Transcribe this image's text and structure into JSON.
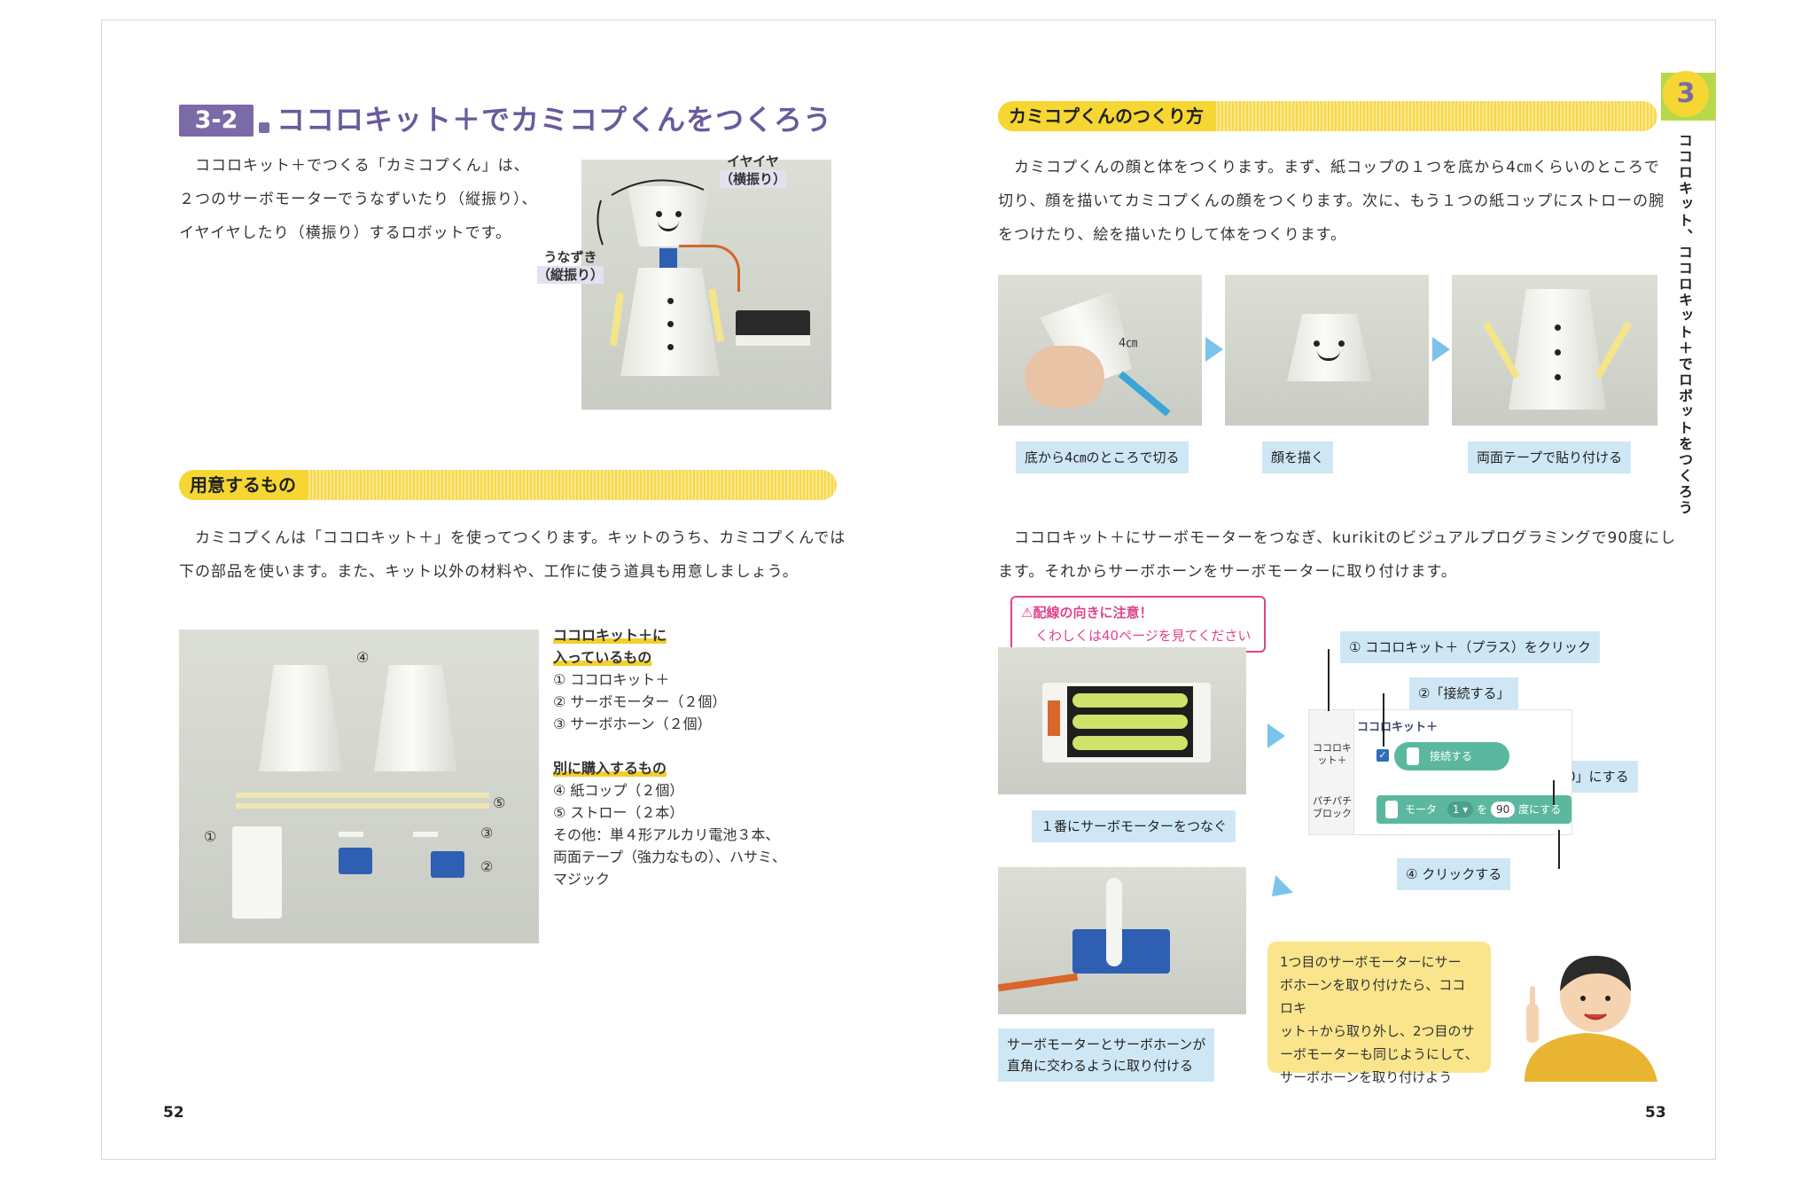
{
  "left": {
    "section_number": "3-2",
    "section_title": "ココロキット＋でカミコプくんをつくろう",
    "intro_lines": [
      "ココロキット＋でつくる「カミコプくん」は、",
      "２つのサーボモーターでうなずいたり（縦振り）、",
      "イヤイヤしたり（横振り）するロボットです。"
    ],
    "photo_labels": {
      "iyaiya": "イヤイヤ",
      "yokofuri": "（横振り）",
      "unazuki": "うなずき",
      "tatefuri": "（縦振り）"
    },
    "heading_prep": "用意するもの",
    "prep_lines": [
      "カミコプくんは「ココロキット＋」を使ってつくります。キットのうち、カミコプくんでは",
      "下の部品を使います。また、キット以外の材料や、工作に使う道具も用意しましょう。"
    ],
    "parts_markers": [
      "④",
      "⑤",
      "③",
      "①",
      "②"
    ],
    "kit_heading_1": "ココロキット＋に",
    "kit_heading_2": "入っているもの",
    "kit_items": [
      "① ココロキット＋",
      "② サーボモーター（２個）",
      "③ サーボホーン（２個）"
    ],
    "buy_heading": "別に購入するもの",
    "buy_items": [
      "④ 紙コップ（２個）",
      "⑤ ストロー（２本）",
      "その他：単４形アルカリ電池３本、",
      "両面テープ（強力なもの）、ハサミ、",
      "マジック"
    ],
    "page_number": "52"
  },
  "right": {
    "heading_how": "カミコプくんのつくり方",
    "how_lines": [
      "カミコプくんの顔と体をつくります。まず、紙コップの１つを底から4㎝くらいのところで",
      "切り、顔を描いてカミコプくんの顔をつくります。次に、もう１つの紙コップにストローの腕",
      "をつけたり、絵を描いたりして体をつくります。"
    ],
    "cut_label": "4㎝",
    "step_captions": [
      "底から4㎝のところで切る",
      "顔を描く",
      "両面テープで貼り付ける"
    ],
    "servo_lines": [
      "ココロキット＋にサーボモーターをつなぎ、kurikitのビジュアルプログラミングで90度にし",
      "ます。それからサーボホーンをサーボモーターに取り付けます。"
    ],
    "warning_1": "⚠配線の向きに注意！",
    "warning_2": "くわしくは40ページを見てください",
    "connect_caption": "１番にサーボモーターをつなぐ",
    "program_steps": [
      "① ココロキット＋（プラス）をクリック",
      "②「接続する」",
      "③「90」にする",
      "④ クリックする"
    ],
    "scratch": {
      "cat1": "ココロキット＋",
      "cat2": "パチパチブロック",
      "panel_title": "ココロキット＋",
      "connect_block": "接続する",
      "motor_block": "モータ",
      "motor_num": "1 ▾",
      "wo": "を",
      "angle": "90",
      "unit": "度にする"
    },
    "horn_caption_1": "サーボモーターとサーボホーンが",
    "horn_caption_2": "直角に交わるように取り付ける",
    "bubble_lines": [
      "1つ目のサーボモーターにサー",
      "ボホーンを取り付けたら、ココロキ",
      "ット＋から取り外し、2つ目のサ",
      "ーボモーターも同じようにして、",
      "サーボホーンを取り付けよう"
    ],
    "chapter_number": "3",
    "chapter_title": "ココロキット、ココロキット＋でロボットをつくろう",
    "page_number": "53"
  },
  "colors": {
    "accent_purple": "#7b6aa8",
    "heading_yellow": "#f6d633",
    "caption_blue": "#cfe7f5",
    "warning_pink": "#e0438a",
    "arrow_blue": "#7cc3ec"
  }
}
